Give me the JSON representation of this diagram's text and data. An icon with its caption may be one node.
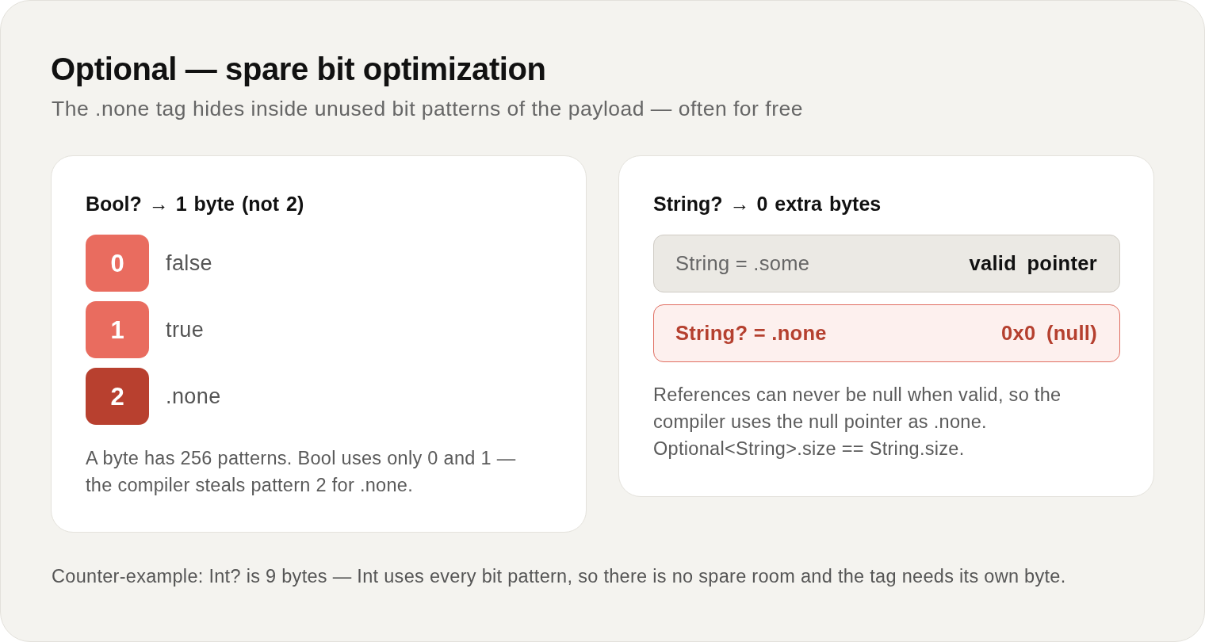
{
  "diagram": {
    "title": "Optional — spare bit optimization",
    "nodes": [
      {
        "text": [
          "Bool? → 1 byte (not 2)",
          "A byte has 256 patterns. Bool uses only 0 and 1 — the compiler steals pattern 2 for .none."
        ]
      },
      {
        "text": [
          "0"
        ],
        "in": 0,
        "beside": [
          "false"
        ]
      },
      {
        "text": [
          "1"
        ],
        "in": 0,
        "beside": [
          "true"
        ]
      },
      {
        "text": [
          "2"
        ],
        "in": 0,
        "beside": [
          ".none"
        ]
      },
      {
        "text": [
          "String? → 0 extra bytes",
          "References can never be null when valid, so the compiler uses the null pointer as .none. Optional<String>.size == String.size."
        ]
      },
      {
        "text": [
          "String = .some",
          "valid pointer"
        ],
        "in": 4
      },
      {
        "text": [
          "String? = .none",
          "0x0 (null)"
        ],
        "in": 4
      }
    ],
    "labels": [
      "The .none tag hides inside unused bit patterns of the payload — often for free",
      "Counter-example: Int? is 9 bytes — Int uses every bit pattern, so there is no spare room and the tag needs its own byte."
    ]
  }
}
